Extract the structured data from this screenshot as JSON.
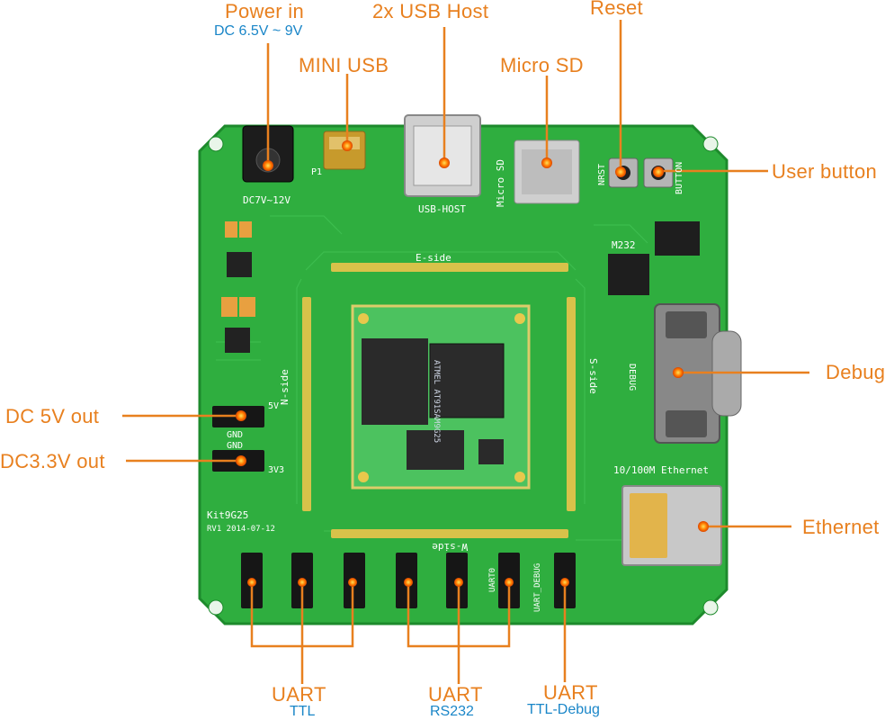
{
  "callouts": {
    "power_in": "Power in",
    "power_in_sub": "DC 6.5V ~ 9V",
    "usb_host": "2x USB Host",
    "reset": "Reset",
    "mini_usb": "MINI USB",
    "micro_sd": "Micro SD",
    "user_button": "User button",
    "debug": "Debug",
    "dc5v": "DC 5V out",
    "dc33v": "DC3.3V out",
    "ethernet": "Ethernet",
    "uart_ttl": "UART",
    "uart_ttl_sub": "TTL",
    "uart_rs232": "UART",
    "uart_rs232_sub": "RS232",
    "uart_debug": "UART",
    "uart_debug_sub": "TTL-Debug"
  },
  "silkscreen": {
    "dc_jack": "DC7V~12V",
    "usb_host": "USB-HOST",
    "micro_sd": "Micro SD",
    "nrst": "NRST",
    "button": "BUTTON",
    "m232": "M232",
    "e_side": "E-side",
    "n_side": "N-side",
    "s_side": "S-side",
    "w_side": "W-side",
    "debug": "DEBUG",
    "ethernet": "10/100M Ethernet",
    "board_name": "Kit9G25",
    "board_rev": "RV1  2014-07-12",
    "v5": "5V",
    "v33": "3V3",
    "gnd1": "GND",
    "gnd2": "GND",
    "p1": "P1",
    "uart0_hdr": "UART0",
    "uart_debug_hdr": "UART_DEBUG",
    "chip": "ATMEL AT91SAM9G25"
  },
  "colors": {
    "accent": "#e8801f",
    "sub": "#1a86c8",
    "pcb": "#2fae3f"
  }
}
